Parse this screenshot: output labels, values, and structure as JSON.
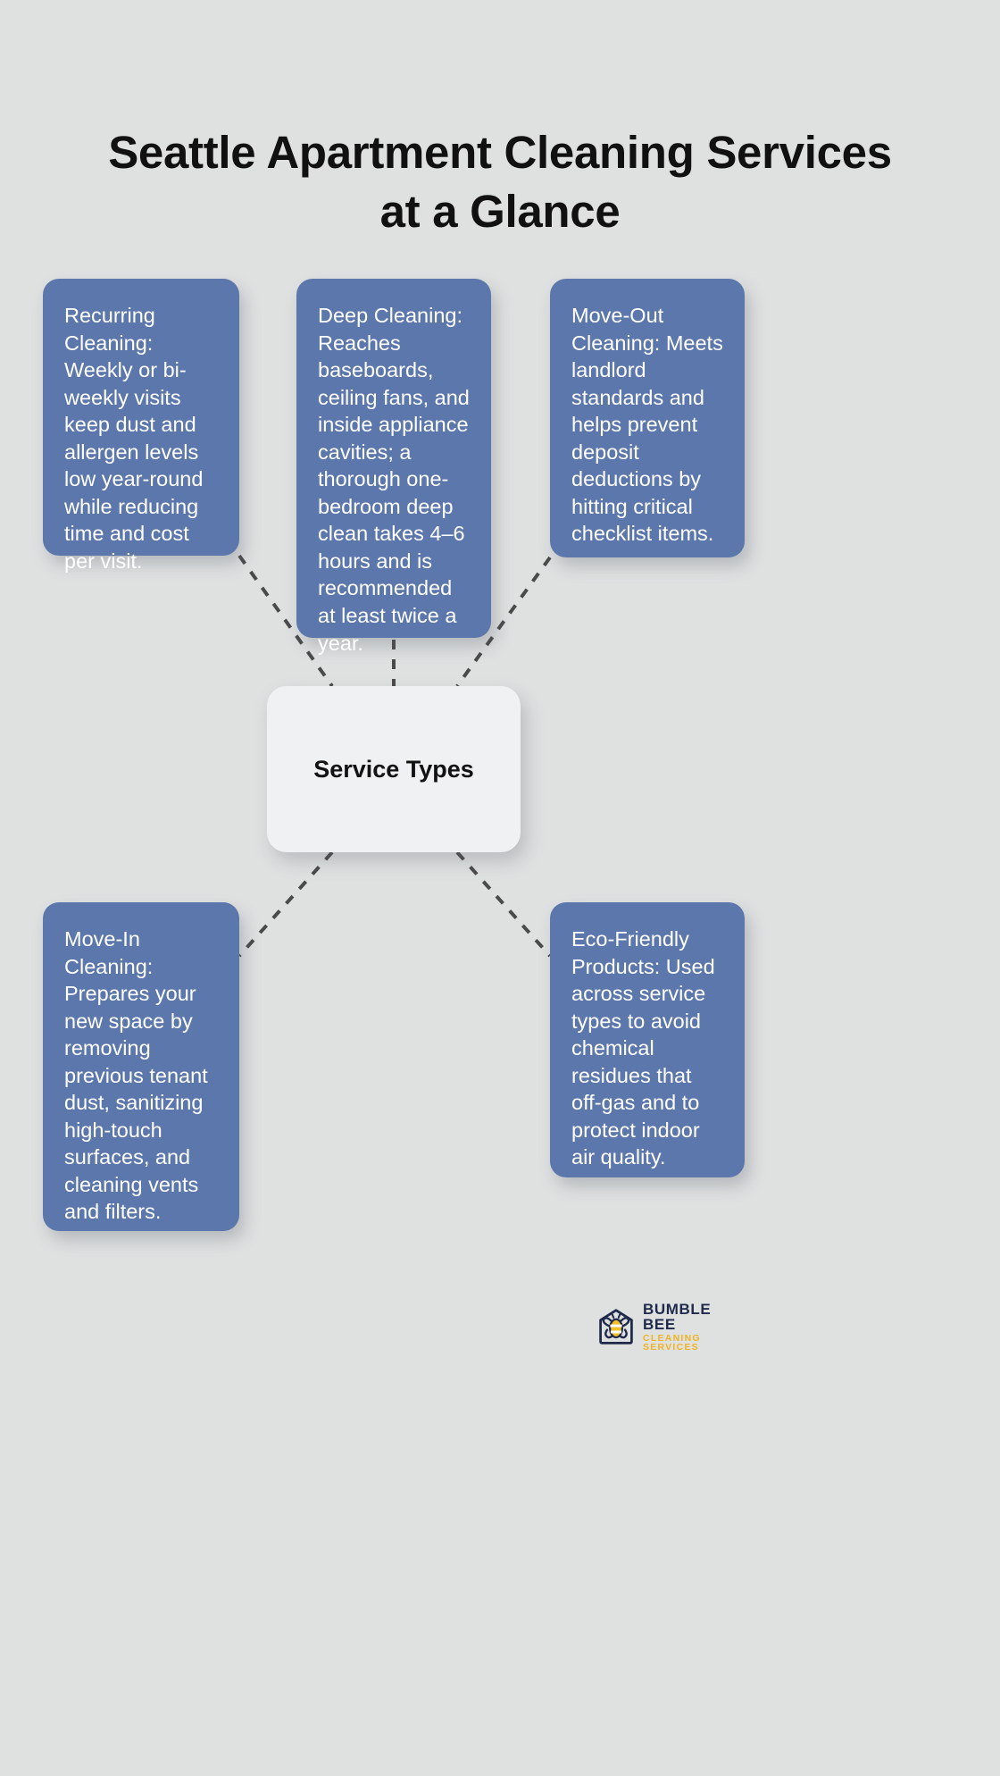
{
  "page": {
    "title": "Seattle Apartment Cleaning Services at a Glance",
    "background_color": "#dfe1e1",
    "card_color": "#5c77ab",
    "hub_color": "#f0f1f2",
    "connector_color": "#4a4a4a",
    "title_color": "#111111"
  },
  "hub": {
    "label": "Service Types"
  },
  "cards": [
    {
      "id": "recurring",
      "name": "Recurring Cleaning",
      "text": "Recurring Cleaning: Weekly or bi-weekly visits keep dust and allergen levels low year-round while reducing time and cost per visit."
    },
    {
      "id": "deep",
      "name": "Deep Cleaning",
      "text": "Deep Cleaning: Reaches baseboards, ceiling fans, and inside appliance cavities; a thorough one-bedroom deep clean takes 4–6 hours and is recommended at least twice a year."
    },
    {
      "id": "moveout",
      "name": "Move-Out Cleaning",
      "text": "Move-Out Cleaning: Meets landlord standards and helps prevent deposit deductions by hitting critical checklist items."
    },
    {
      "id": "movein",
      "name": "Move-In Cleaning",
      "text": "Move-In Cleaning: Prepares your new space by removing previous tenant dust, sanitizing high-touch surfaces, and cleaning vents and filters."
    },
    {
      "id": "eco",
      "name": "Eco-Friendly Products",
      "text": "Eco-Friendly Products: Used across service types to avoid chemical residues that off-gas and to protect indoor air quality."
    }
  ],
  "logo": {
    "name": "BUMBLE BEE",
    "tagline": "CLEANING SERVICES",
    "name_color": "#1f2a4a",
    "tagline_color": "#f0b323",
    "bee_body_color": "#f2c029",
    "house_outline_color": "#1f2a4a"
  }
}
